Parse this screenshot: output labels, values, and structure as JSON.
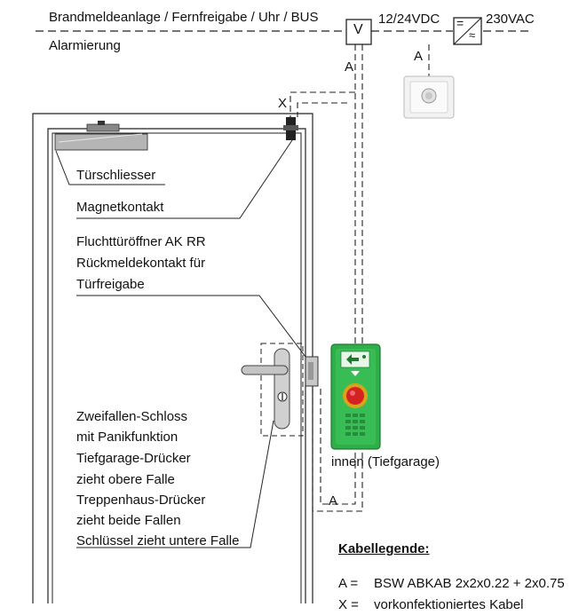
{
  "header": {
    "line1": "Brandmeldeanlage / Fernfreigabe / Uhr / BUS",
    "line2": "Alarmierung",
    "voltage_label": "12/24VDC",
    "mains_label": "230VAC",
    "v_box": "V",
    "psu_dc": "=",
    "psu_ac": "≈"
  },
  "cables": {
    "a1": "A",
    "a2": "A",
    "a3": "A",
    "x1": "X"
  },
  "labels": {
    "door_closer": "Türschliesser",
    "magnet_contact": "Magnetkontakt",
    "escape_opener": [
      "Fluchttüröffner AK RR",
      "Rückmeldekontakt für",
      "Türfreigabe"
    ],
    "lock": [
      "Zweifallen-Schloss",
      "mit Panikfunktion",
      "Tiefgarage-Drücker",
      "zieht obere Falle",
      "Treppenhaus-Drücker",
      "zieht beide Fallen",
      "Schlüssel zieht untere Falle"
    ],
    "terminal": "innen (Tiefgarage)"
  },
  "legend": {
    "title": "Kabellegende:",
    "rows": [
      {
        "key": "A =",
        "value": "BSW ABKAB 2x2x0.22 + 2x0.75"
      },
      {
        "key": "X =",
        "value": "vorkonfektioniertes Kabel"
      }
    ]
  },
  "colors": {
    "line": "#222222",
    "door_fill": "#ffffff",
    "terminal_green": "#2fae4a",
    "button_red": "#d42222",
    "button_ring": "#d8a21a"
  }
}
